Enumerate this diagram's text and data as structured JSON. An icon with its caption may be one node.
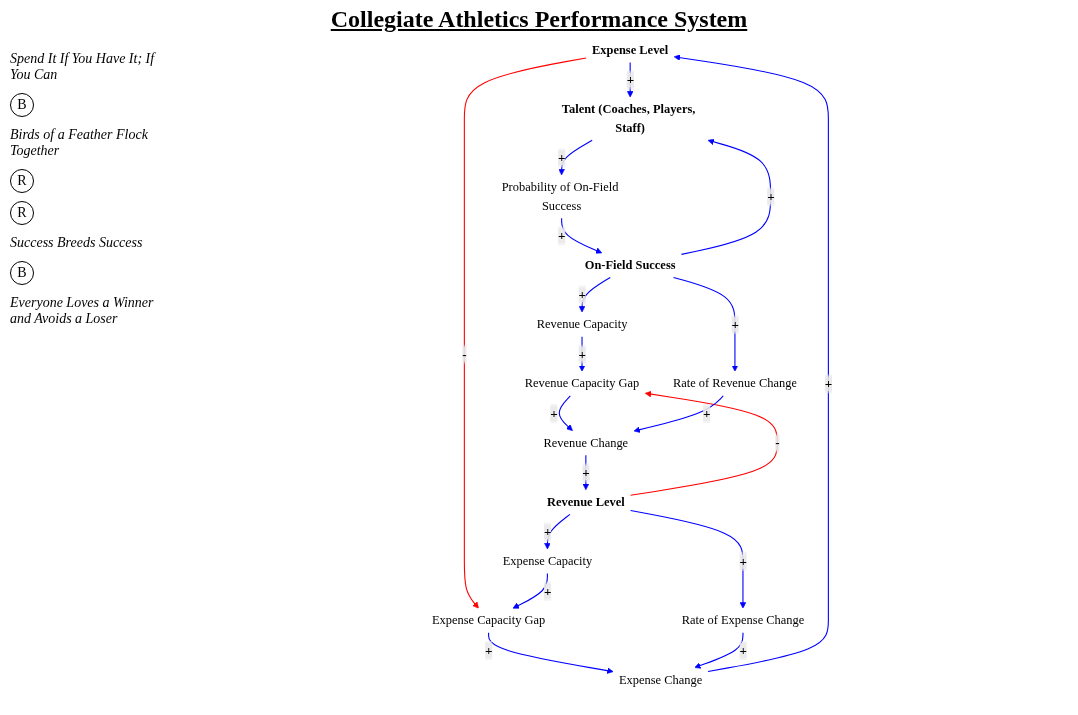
{
  "diagram": {
    "title": "Collegiate Athletics Performance System",
    "nodes": [
      {
        "text": [
          "Expense Level"
        ]
      },
      {
        "text": [
          "Talent (Coaches, Players, Staff)"
        ]
      },
      {
        "text": [
          "Expense Capacity Gap"
        ]
      },
      {
        "text": [
          "Expense Capacity"
        ]
      },
      {
        "text": [
          "Probability of On-Field Success"
        ]
      },
      {
        "text": [
          "Expense Change"
        ]
      },
      {
        "text": [
          "On-Field Success"
        ]
      },
      {
        "text": [
          "Rate of Expense Change"
        ]
      },
      {
        "text": [
          "Revenue Level"
        ]
      },
      {
        "text": [
          "Revenue Capacity"
        ]
      },
      {
        "text": [
          "Revenue Capacity Gap"
        ]
      },
      {
        "text": [
          "Revenue Change"
        ]
      },
      {
        "text": [
          "Rate of Revenue Change"
        ]
      }
    ],
    "edges": [
      {
        "from": 0,
        "to": 1,
        "arrow": "to",
        "label": "+"
      },
      {
        "from": 0,
        "to": 2,
        "arrow": "to",
        "label": "-",
        "color": "#ff0000"
      },
      {
        "from": 3,
        "to": 2,
        "arrow": "to",
        "label": "+"
      },
      {
        "from": 2,
        "to": 5,
        "arrow": "to",
        "label": "+"
      },
      {
        "from": 5,
        "to": 0,
        "arrow": "to",
        "label": "+"
      },
      {
        "from": 7,
        "to": 5,
        "arrow": "to",
        "label": "+"
      },
      {
        "from": 8,
        "to": 7,
        "arrow": "to",
        "label": "+"
      },
      {
        "from": 8,
        "to": 3,
        "arrow": "to",
        "label": "+"
      },
      {
        "from": 1,
        "to": 4,
        "arrow": "to",
        "label": "+"
      },
      {
        "from": 4,
        "to": 6,
        "arrow": "to",
        "label": "+"
      },
      {
        "from": 6,
        "to": 1,
        "arrow": "to",
        "label": "+"
      },
      {
        "from": 6,
        "to": 9,
        "arrow": "to",
        "label": "+"
      },
      {
        "from": 6,
        "to": 12,
        "arrow": "to",
        "label": "+"
      },
      {
        "from": 8,
        "to": 10,
        "arrow": "to",
        "label": "-",
        "color": "#ff0000"
      },
      {
        "from": 9,
        "to": 10,
        "arrow": "to",
        "label": "+"
      },
      {
        "from": 10,
        "to": 11,
        "arrow": "to",
        "label": "+"
      },
      {
        "from": 11,
        "to": 8,
        "arrow": "to",
        "label": "+"
      },
      {
        "from": 12,
        "to": 11,
        "arrow": "to",
        "label": "+"
      }
    ],
    "labels": [
      "Spend It If You Have It; If You Can",
      "B",
      "Birds of a Feather Flock Together",
      "R",
      "R",
      "Success Breeds Success",
      "B",
      "Everyone Loves a Winner and Avoids a Loser"
    ]
  }
}
